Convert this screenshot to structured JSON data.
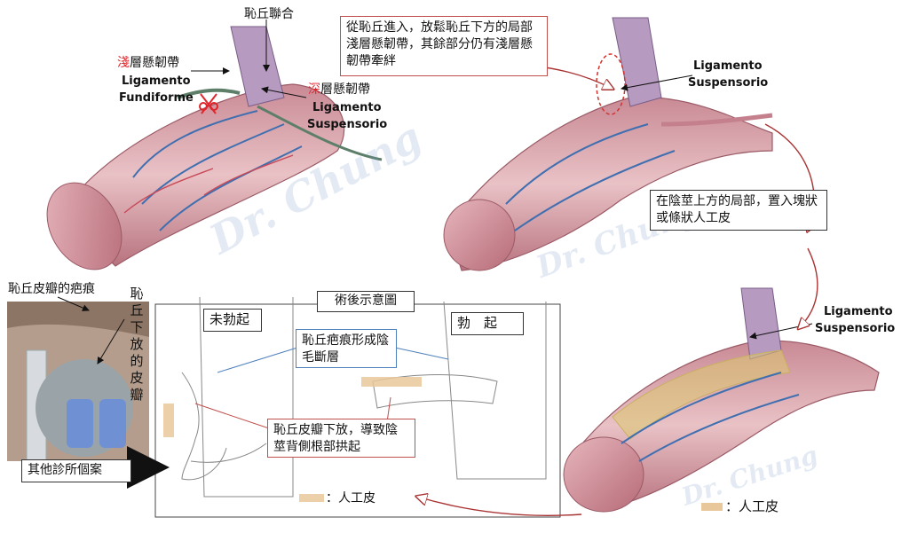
{
  "labels": {
    "pubic_symphysis": "恥丘聯合",
    "superficial_prefix": "淺",
    "superficial_rest": "層懸韌帶",
    "fundiform_line1": "Ligamento",
    "fundiform_line2": "Fundiforme",
    "deep_prefix": "深",
    "deep_rest": "層懸韌帶",
    "suspensory_line1_a": "Ligamento",
    "suspensory_line2_a": "Suspensorio",
    "suspensory_line1_b": "Ligamento",
    "suspensory_line2_b": "Suspensorio",
    "suspensory_line1_c": "Ligamento",
    "suspensory_line2_c": "Suspensorio"
  },
  "callouts": {
    "step1": "從恥丘進入，放鬆恥丘下方的局部淺層懸韌帶，其餘部分仍有淺層懸韌帶牽絆",
    "step2": "在陰莖上方的局部，置入塊狀或條狀人工皮",
    "scar": "恥丘疤痕形成陰毛斷層",
    "lift": "恥丘皮瓣下放，導致陰莖背側根部拱起"
  },
  "photo": {
    "title": "恥丘皮瓣的疤痕",
    "vertical": "恥丘下放的皮瓣",
    "caption": "其他診所個案"
  },
  "schematic": {
    "title": "術後示意圖",
    "flaccid": "未勃起",
    "erect": "勃　起",
    "legend": "：人工皮"
  },
  "legend_bottom": "：人工皮",
  "watermark": "Dr. Chung",
  "colors": {
    "accent_red": "#e0252b",
    "box_red": "#c0504d",
    "box_blue": "#4f81bd",
    "arrow_blue": "#4a78c2",
    "graft": "#e8c89a"
  }
}
